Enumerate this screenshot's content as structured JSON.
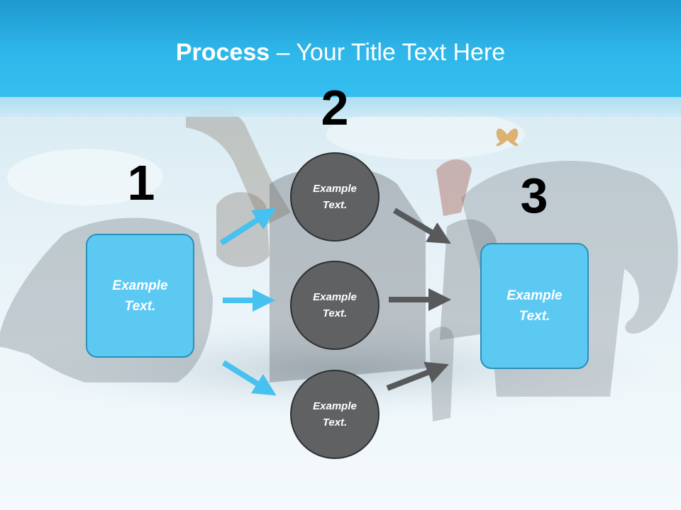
{
  "slide": {
    "title_bold": "Process",
    "title_rest": " – Your Title Text Here"
  },
  "steps": {
    "one": {
      "number": "1",
      "label": "Example Text."
    },
    "two": {
      "number": "2",
      "items": [
        {
          "label": "Example Text."
        },
        {
          "label": "Example Text."
        },
        {
          "label": "Example Text."
        }
      ]
    },
    "three": {
      "number": "3",
      "label": "Example Text."
    }
  },
  "colors": {
    "header": "#2fb7ea",
    "box_fill": "#5cc9f3",
    "circle_fill": "#5f6163",
    "arrow_blue": "#46c1f0",
    "arrow_dark": "#58595b"
  }
}
